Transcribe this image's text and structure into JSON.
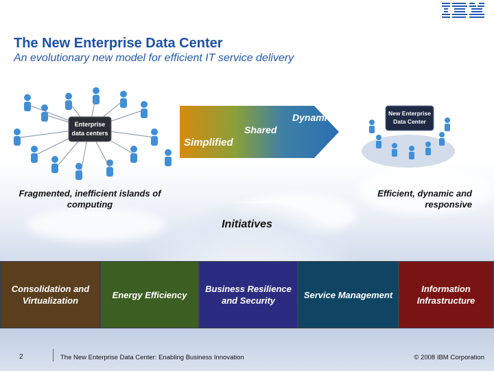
{
  "header": {
    "logo_text": "IBM",
    "title": "The New Enterprise Data Center",
    "subtitle": "An evolutionary new model for efficient IT service delivery"
  },
  "left_figure": {
    "label_line1": "Enterprise",
    "label_line2": "data centers",
    "icon": "people-network-icon"
  },
  "right_figure": {
    "label_line1": "New Enterprise",
    "label_line2": "Data Center",
    "icon": "people-network-icon"
  },
  "evolution_arrow": {
    "stage1": "Simplified",
    "stage2": "Shared",
    "stage3": "Dynamic"
  },
  "captions": {
    "left": "Fragmented, inefficient  islands of computing",
    "right": "Efficient, dynamic and responsive"
  },
  "initiatives": {
    "heading": "Initiatives",
    "items": [
      {
        "label": "Consolidation and Virtualization",
        "color": "#5a3f1e"
      },
      {
        "label": "Energy Efficiency",
        "color": "#3d5e22"
      },
      {
        "label": "Business Resilience and Security",
        "color": "#2b2c80"
      },
      {
        "label": "Service Management",
        "color": "#0f4563"
      },
      {
        "label": "Information Infrastructure",
        "color": "#7a1414"
      }
    ]
  },
  "footer": {
    "page_number": "2",
    "text": "The New Enterprise Data Center: Enabling Business Innovation",
    "copyright": "© 2008 IBM Corporation"
  },
  "colors": {
    "title": "#1b50a8",
    "accent_blue": "#2358b0"
  }
}
